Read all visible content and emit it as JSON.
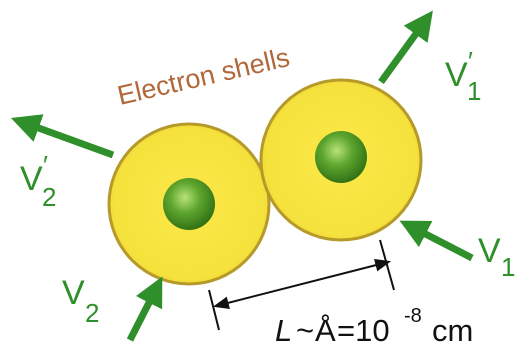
{
  "colors": {
    "shell_fill": "#f6e23c",
    "shell_stroke": "#b59a2a",
    "nucleus": "#3f8f1e",
    "arrow": "#2f8f2a",
    "label_brown": "#b0683a",
    "velocity_text": "#2f8f2a",
    "dimension": "#111111"
  },
  "labels": {
    "electron_shells": "Electron shells",
    "v1_prime": {
      "base": "V",
      "prime": "′",
      "sub": "1"
    },
    "v2_prime": {
      "base": "V",
      "prime": "′",
      "sub": "2"
    },
    "v1": {
      "base": "V",
      "sub": "1"
    },
    "v2": {
      "base": "V",
      "sub": "2"
    },
    "length": {
      "var": "L",
      "tilde": "~",
      "angstrom": "Å",
      "equals": "=10",
      "exponent": "-8",
      "unit": "cm"
    }
  }
}
